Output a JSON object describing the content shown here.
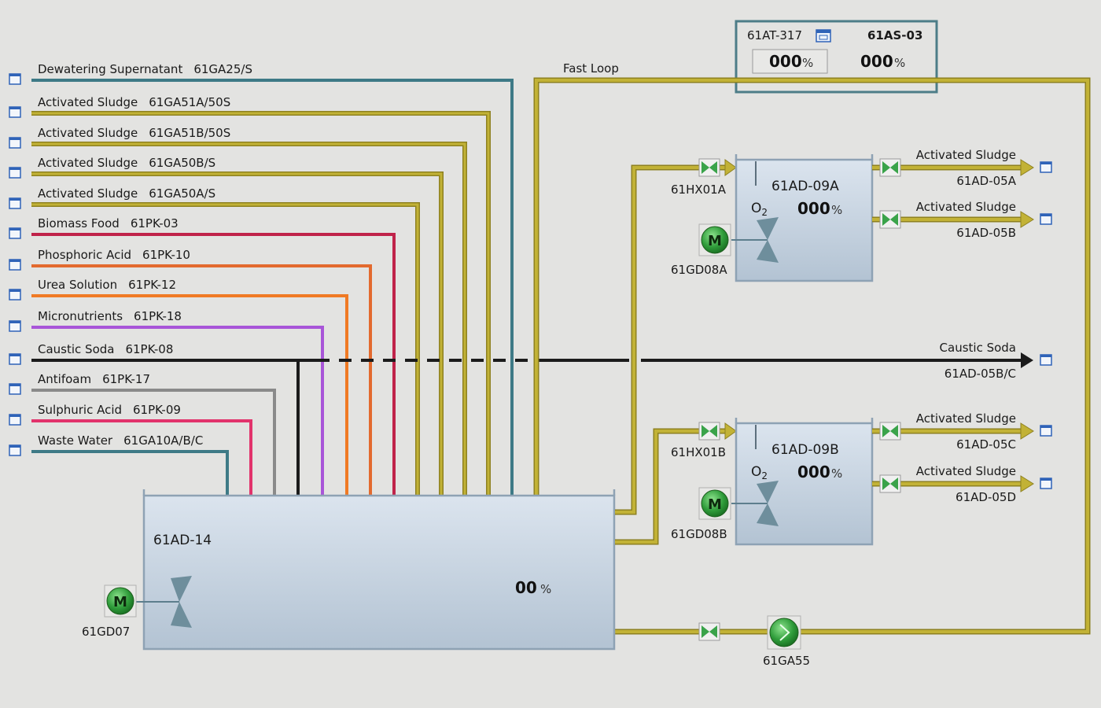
{
  "feeds": [
    {
      "name": "Dewatering Supernatant",
      "tag": "61GA25/S",
      "color": "#3e7a86"
    },
    {
      "name": "Activated Sludge",
      "tag": "61GA51A/50S",
      "color": "#b5a52b"
    },
    {
      "name": "Activated Sludge",
      "tag": "61GA51B/50S",
      "color": "#b5a52b"
    },
    {
      "name": "Activated Sludge",
      "tag": "61GA50B/S",
      "color": "#b5a52b"
    },
    {
      "name": "Activated Sludge",
      "tag": "61GA50A/S",
      "color": "#b5a52b"
    },
    {
      "name": "Biomass Food",
      "tag": "61PK-03",
      "color": "#c0234a"
    },
    {
      "name": "Phosphoric Acid",
      "tag": "61PK-10",
      "color": "#e36a2e"
    },
    {
      "name": "Urea Solution",
      "tag": "61PK-12",
      "color": "#f07a24"
    },
    {
      "name": "Micronutrients",
      "tag": "61PK-18",
      "color": "#a855d8"
    },
    {
      "name": "Caustic Soda",
      "tag": "61PK-08",
      "color": "#1b1b1b"
    },
    {
      "name": "Antifoam",
      "tag": "61PK-17",
      "color": "#8a8a8a"
    },
    {
      "name": "Sulphuric Acid",
      "tag": "61PK-09",
      "color": "#e2336c"
    },
    {
      "name": "Waste Water",
      "tag": "61GA10A/B/C",
      "color": "#3e7a86"
    }
  ],
  "fast_loop": {
    "label": "Fast Loop",
    "color": "#b5a52b"
  },
  "analyzer": {
    "left_tag": "61AT-317",
    "left_value": "000",
    "right_tag": "61AS-03",
    "right_value": "000",
    "unit": "%"
  },
  "main_tank": {
    "tag": "61AD-14",
    "value": "00",
    "unit": "%",
    "mixer_tag": "61GD07",
    "motor_label": "M"
  },
  "tank_a": {
    "tag": "61AD-09A",
    "o2_label": "O",
    "o2_sub": "2",
    "value": "000",
    "unit": "%",
    "hx_tag": "61HX01A",
    "mixer_tag": "61GD08A",
    "motor_label": "M"
  },
  "tank_b": {
    "tag": "61AD-09B",
    "o2_label": "O",
    "o2_sub": "2",
    "value": "000",
    "unit": "%",
    "hx_tag": "61HX01B",
    "mixer_tag": "61GD08B",
    "motor_label": "M"
  },
  "outlets": [
    {
      "name": "Activated Sludge",
      "tag": "61AD-05A"
    },
    {
      "name": "Activated Sludge",
      "tag": "61AD-05B"
    },
    {
      "name": "Caustic Soda",
      "tag": "61AD-05B/C"
    },
    {
      "name": "Activated Sludge",
      "tag": "61AD-05C"
    },
    {
      "name": "Activated Sludge",
      "tag": "61AD-05D"
    }
  ],
  "recirc_pump": {
    "tag": "61GA55"
  },
  "colors": {
    "sludge": "#b5a52b",
    "sludge_dark": "#8e8120",
    "valve_green": "#3aa34a",
    "frame": "#4d7d88",
    "icon_blue": "#2f63b8"
  }
}
